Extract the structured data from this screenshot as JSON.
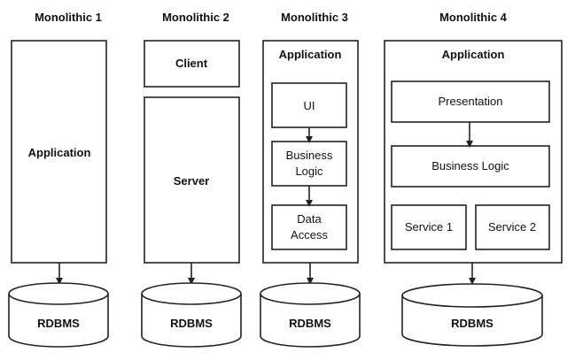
{
  "columns": [
    {
      "title": "Monolithic 1",
      "boxes": [
        {
          "label": "Application"
        }
      ],
      "db": "RDBMS"
    },
    {
      "title": "Monolithic 2",
      "boxes": [
        {
          "label": "Client"
        },
        {
          "label": "Server"
        }
      ],
      "db": "RDBMS"
    },
    {
      "title": "Monolithic 3",
      "container_label": "Application",
      "inner": [
        {
          "label": "UI"
        },
        {
          "label": "Business Logic"
        },
        {
          "label": "Data Access"
        }
      ],
      "db": "RDBMS"
    },
    {
      "title": "Monolithic 4",
      "container_label": "Application",
      "inner": [
        {
          "label": "Presentation"
        },
        {
          "label": "Business Logic"
        },
        {
          "label": "Service 1"
        },
        {
          "label": "Service 2"
        }
      ],
      "db": "RDBMS"
    }
  ],
  "colors": {
    "stroke": "#222222",
    "background": "#ffffff"
  }
}
